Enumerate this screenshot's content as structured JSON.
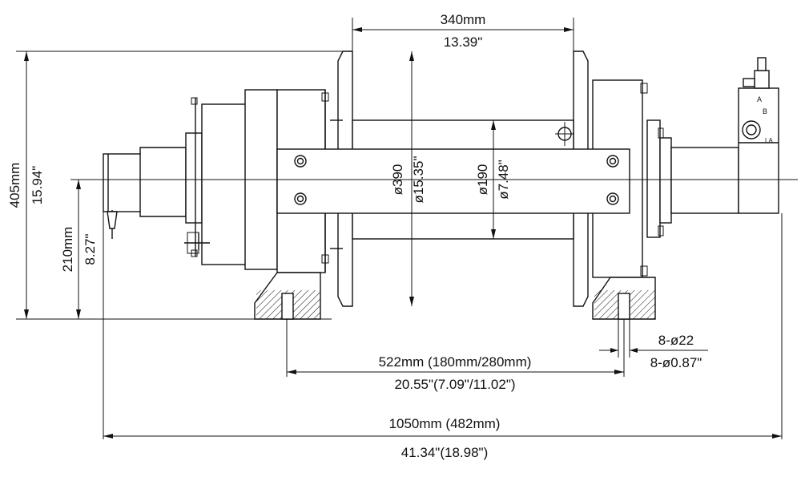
{
  "dimensions": {
    "drum_width_mm": "340mm",
    "drum_width_in": "13.39\"",
    "height_mm": "405mm",
    "height_in": "15.94\"",
    "center_height_mm": "210mm",
    "center_height_in": "8.27\"",
    "flange_dia_mm": "ø390",
    "flange_dia_in": "ø15.35\"",
    "barrel_dia_mm": "ø190",
    "barrel_dia_in": "ø7.48\"",
    "bolt_spacing_mm": "522mm (180mm/280mm)",
    "bolt_spacing_in": "20.55\"(7.09\"/11.02\")",
    "holes_mm": "8-ø22",
    "holes_in": "8-ø0.87\"",
    "overall_mm": "1050mm (482mm)",
    "overall_in": "41.34\"(18.98\")"
  },
  "valve_marks": {
    "port_a": "A",
    "port_b": "B",
    "port_c": "LA"
  }
}
